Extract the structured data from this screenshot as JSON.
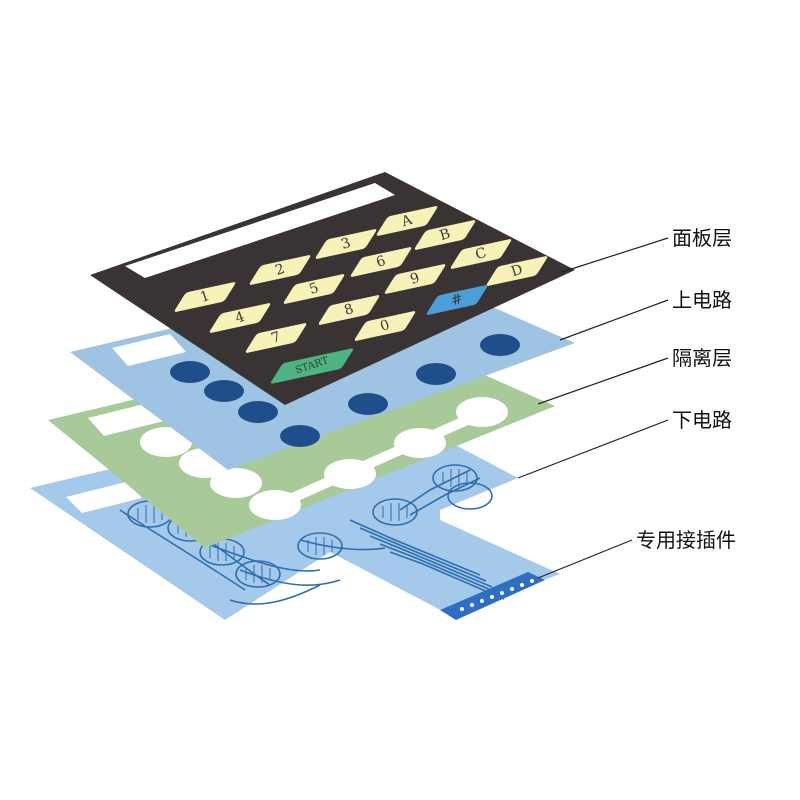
{
  "colors": {
    "panel": "#3a3334",
    "window": "#ffffff",
    "key": "#f7f2b8",
    "key_start": "#4db383",
    "key_hash": "#4a9fd9",
    "upper_circuit": "#9ec3e3",
    "upper_dots": "#1e4f8a",
    "spacer": "#a8c998",
    "lower_circuit": "#a4c9ea",
    "trace": "#2d6fae",
    "connector": "#2e6fc4"
  },
  "keypad": {
    "row1": [
      "A"
    ],
    "row2": [
      "3",
      "B"
    ],
    "row3": [
      "2",
      "6",
      "C"
    ],
    "row4": [
      "5",
      "9",
      "D"
    ],
    "row5": [
      "1",
      "8",
      "#"
    ],
    "row6": [
      "4",
      "0"
    ],
    "row7": [
      "7"
    ],
    "start": "START"
  },
  "labels": {
    "panel": "面板层",
    "upper_circuit": "上电路",
    "spacer": "隔离层",
    "lower_circuit": "下电路",
    "connector": "专用接插件"
  }
}
